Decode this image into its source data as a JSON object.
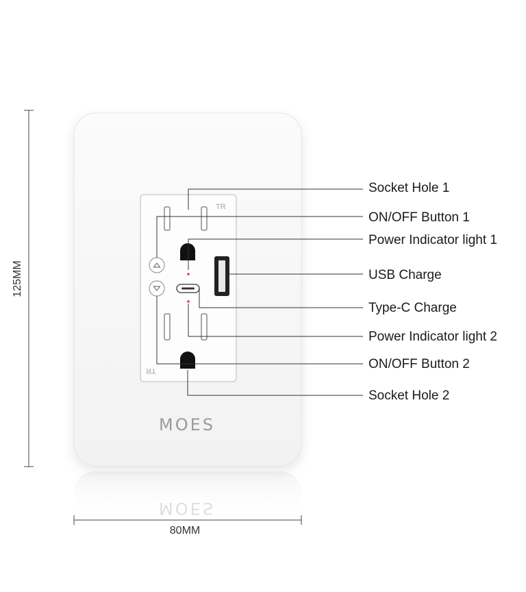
{
  "callouts": [
    {
      "id": "socket-hole-1",
      "label": "Socket Hole 1"
    },
    {
      "id": "on-off-button-1",
      "label": "ON/OFF Button 1"
    },
    {
      "id": "power-indicator-light-1",
      "label": "Power Indicator light 1"
    },
    {
      "id": "usb-charge",
      "label": "USB Charge"
    },
    {
      "id": "type-c-charge",
      "label": "Type-C Charge"
    },
    {
      "id": "power-indicator-light-2",
      "label": "Power Indicator light 2"
    },
    {
      "id": "on-off-button-2",
      "label": "ON/OFF Button 2"
    },
    {
      "id": "socket-hole-2",
      "label": "Socket Hole 2"
    }
  ],
  "dimensions": {
    "height_label": "125MM",
    "width_label": "80MM"
  },
  "brand": {
    "logo": "MOES",
    "reflection": "MOES"
  },
  "receptacle": {
    "tr_mark": "TR"
  },
  "colors": {
    "plate": "#f7f7f7",
    "indicator": "#e53935",
    "leader_line": "#333333"
  }
}
